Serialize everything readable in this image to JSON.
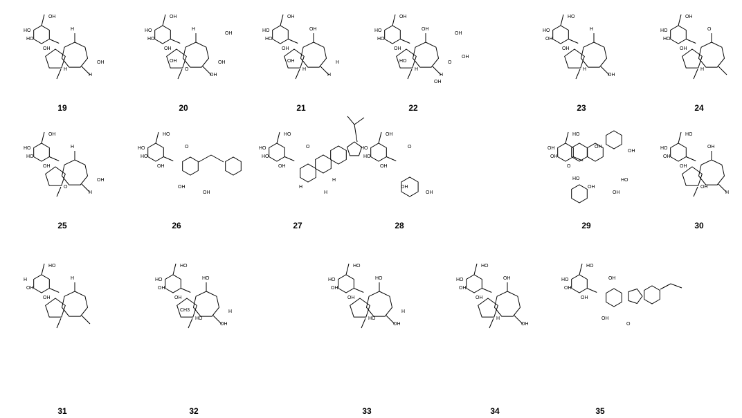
{
  "compounds": [
    {
      "label": "19",
      "kind": "glyco-sesquiterpene",
      "atoms": [
        "OH",
        "HO",
        "HO",
        "OH",
        "H",
        "H",
        "H",
        "OH"
      ]
    },
    {
      "label": "20",
      "kind": "glyco-sesquiterpene",
      "atoms": [
        "OH",
        "HO",
        "HO",
        "OH",
        "H",
        "O",
        "OH",
        "OH",
        "OH",
        "OH"
      ]
    },
    {
      "label": "21",
      "kind": "glyco-sesquiterpene",
      "atoms": [
        "OH",
        "HO",
        "HO",
        "OH",
        "OH",
        "H",
        "H",
        "H",
        "OH"
      ]
    },
    {
      "label": "22",
      "kind": "glyco-sesquiterpene",
      "atoms": [
        "OH",
        "HO",
        "HO",
        "OH",
        "OH",
        "H",
        "H",
        "O",
        "HO",
        "OH",
        "OH",
        "OH"
      ]
    },
    {
      "label": "23",
      "kind": "glyco-sesquiterpene",
      "atoms": [
        "HO",
        "HO",
        "OH",
        "OH",
        "H",
        "H",
        "OH"
      ]
    },
    {
      "label": "24",
      "kind": "glyco-sesquiterpene",
      "atoms": [
        "OH",
        "HO",
        "HO",
        "OH",
        "O",
        "H"
      ]
    },
    {
      "label": "25",
      "kind": "glyco-sesquiterpene",
      "atoms": [
        "OH",
        "HO",
        "HO",
        "OH",
        "H",
        "O",
        "H",
        "OH"
      ]
    },
    {
      "label": "26",
      "kind": "chalcone-glucoside",
      "atoms": [
        "HO",
        "HO",
        "HO",
        "OH",
        "O",
        "OH",
        "OH"
      ]
    },
    {
      "label": "27",
      "kind": "sterol-glucoside",
      "atoms": [
        "HO",
        "HO",
        "HO",
        "OH",
        "O",
        "H",
        "H",
        "H"
      ]
    },
    {
      "label": "28",
      "kind": "phenolic-glucoside",
      "atoms": [
        "OH",
        "HO",
        "HO",
        "OH",
        "O",
        "OH",
        "OH"
      ]
    },
    {
      "label": "29",
      "kind": "flavonol-glycoside",
      "atoms": [
        "HO",
        "OH",
        "OH",
        "O",
        "OH",
        "OH",
        "OH",
        "HO",
        "HO",
        "OH"
      ]
    },
    {
      "label": "30",
      "kind": "glyco-sesquiterpene",
      "atoms": [
        "HO",
        "HO",
        "OH",
        "OH",
        "OH",
        "OH",
        "H"
      ]
    },
    {
      "label": "31",
      "kind": "glyco-sesquiterpene",
      "atoms": [
        "HO",
        "H",
        "OH",
        "OH",
        "H"
      ]
    },
    {
      "label": "32",
      "kind": "glyco-sesquiterpene",
      "atoms": [
        "HO",
        "HO",
        "OH",
        "OH",
        "HO",
        "HO",
        "OH",
        "H",
        "CH3"
      ]
    },
    {
      "label": "33",
      "kind": "glyco-sesquiterpene",
      "atoms": [
        "HO",
        "HO",
        "OH",
        "OH",
        "HO",
        "HO",
        "OH",
        "H"
      ]
    },
    {
      "label": "34",
      "kind": "glyco-sesquiterpene",
      "atoms": [
        "HO",
        "HO",
        "OH",
        "OH",
        "OH",
        "H",
        "OH"
      ]
    },
    {
      "label": "35",
      "kind": "lignan-glucoside",
      "atoms": [
        "HO",
        "HO",
        "OH",
        "OH",
        "OH",
        "OH",
        "O"
      ]
    }
  ]
}
